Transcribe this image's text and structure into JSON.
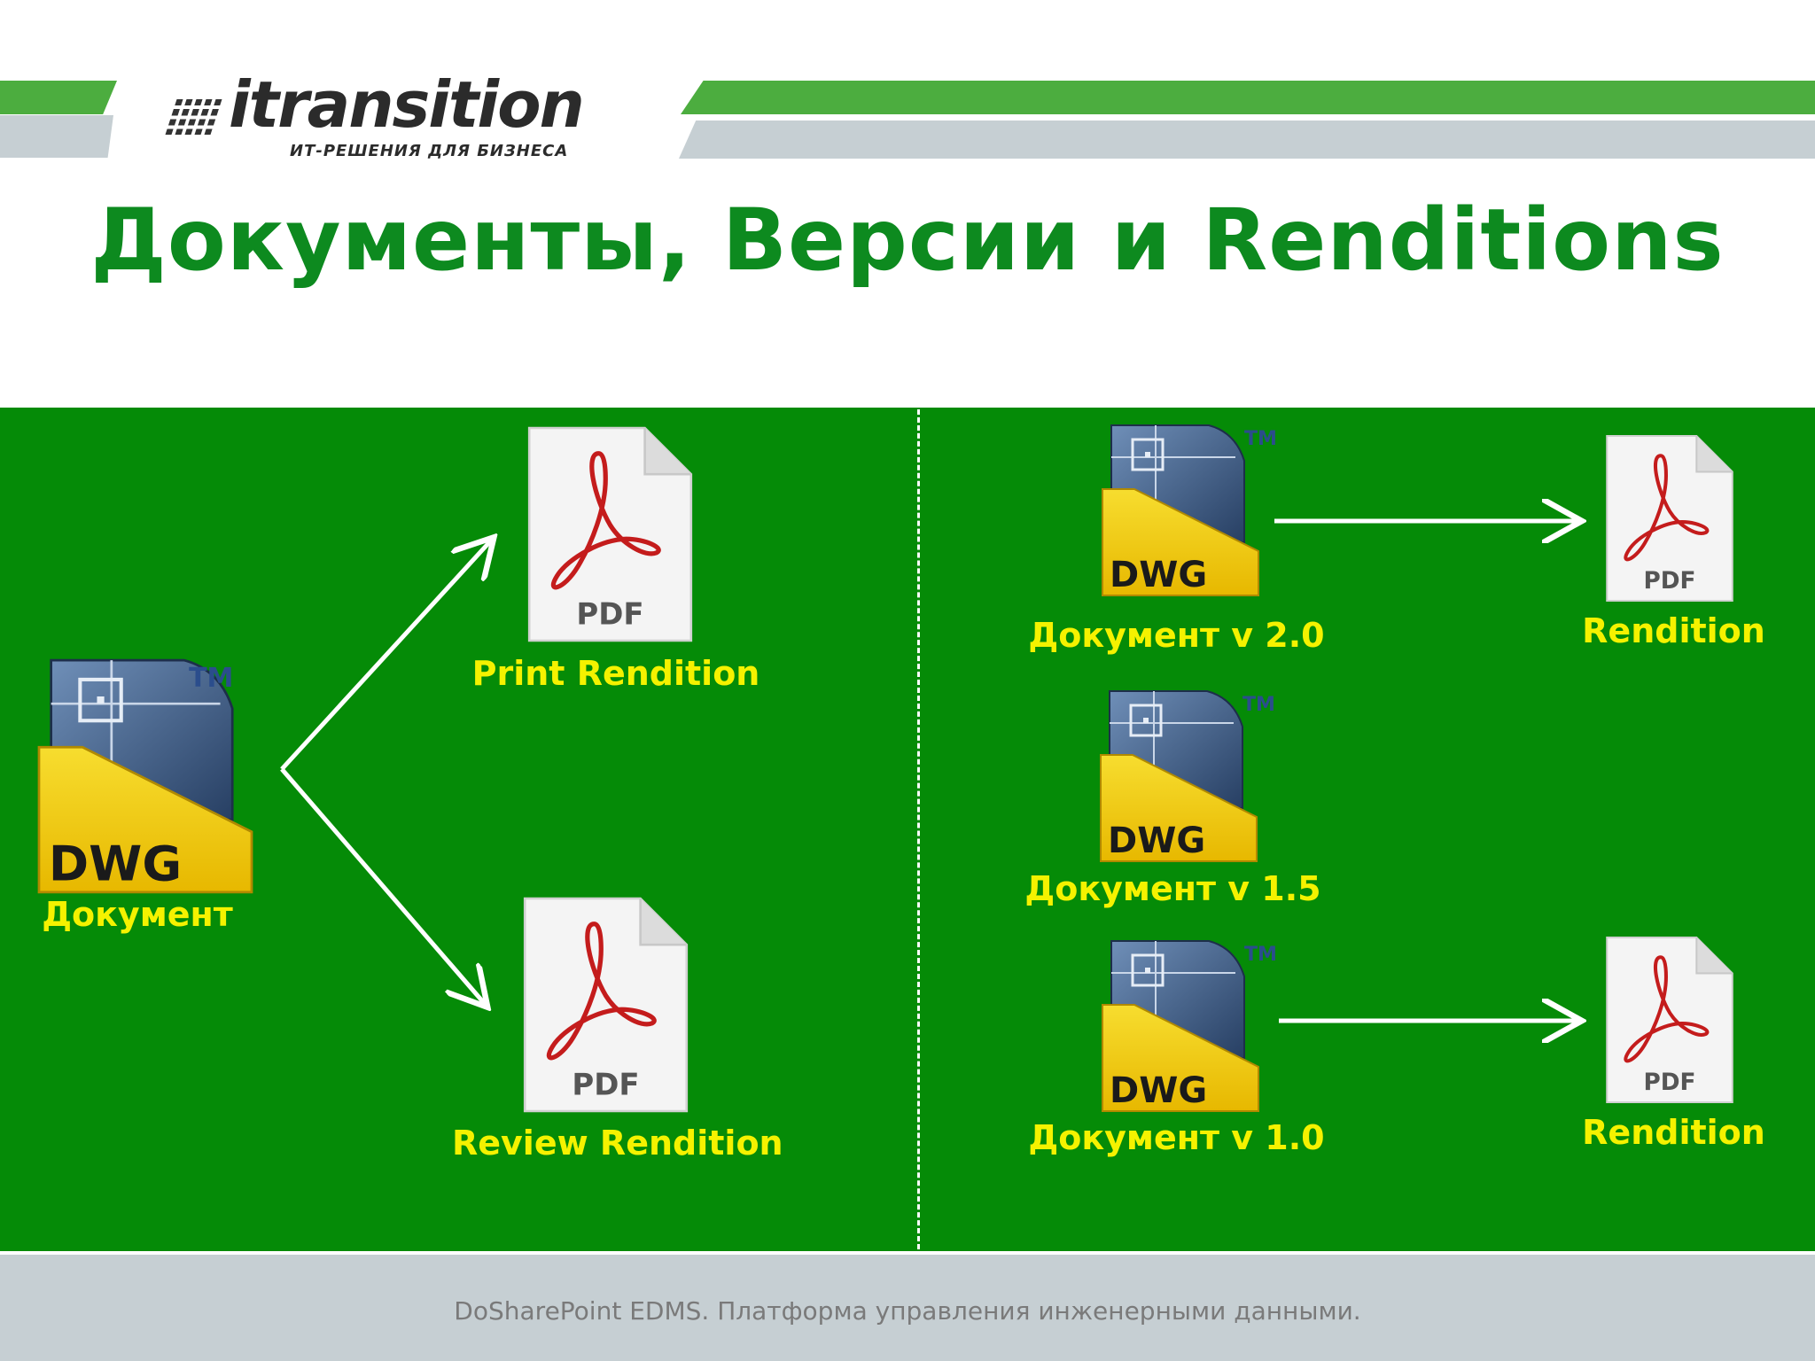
{
  "header": {
    "logo_text": "itransition",
    "logo_subtitle": "ИТ-РЕШЕНИЯ ДЛЯ БИЗНЕСА"
  },
  "title": "Документы, Версии и Renditions",
  "diagram": {
    "left": {
      "source_label": "Документ",
      "source_icon": {
        "type": "dwg-icon",
        "text": "DWG",
        "trademark": "TM"
      },
      "targets": [
        {
          "label": "Print Rendition",
          "icon_text": "PDF"
        },
        {
          "label": "Review Rendition",
          "icon_text": "PDF"
        }
      ]
    },
    "right": {
      "versions": [
        {
          "label": "Документ v 2.0",
          "icon_text": "DWG",
          "trademark": "TM",
          "rendition": {
            "label": "Rendition",
            "icon_text": "PDF"
          }
        },
        {
          "label": "Документ v 1.5",
          "icon_text": "DWG",
          "trademark": "TM",
          "rendition": null
        },
        {
          "label": "Документ v 1.0",
          "icon_text": "DWG",
          "trademark": "TM",
          "rendition": {
            "label": "Rendition",
            "icon_text": "PDF"
          }
        }
      ]
    }
  },
  "footer": {
    "text": "DoSharePoint EDMS. Платформа управления инженерными данными."
  },
  "colors": {
    "panel_green": "#058b07",
    "title_green": "#0d8a1f",
    "label_yellow": "#f5f200",
    "band_green": "#4cad3f",
    "band_grey": "#c6cfd3",
    "dwg_yellow": "#f3cd0f",
    "dwg_blue": "#3d5c86",
    "pdf_red": "#c41c1c"
  }
}
